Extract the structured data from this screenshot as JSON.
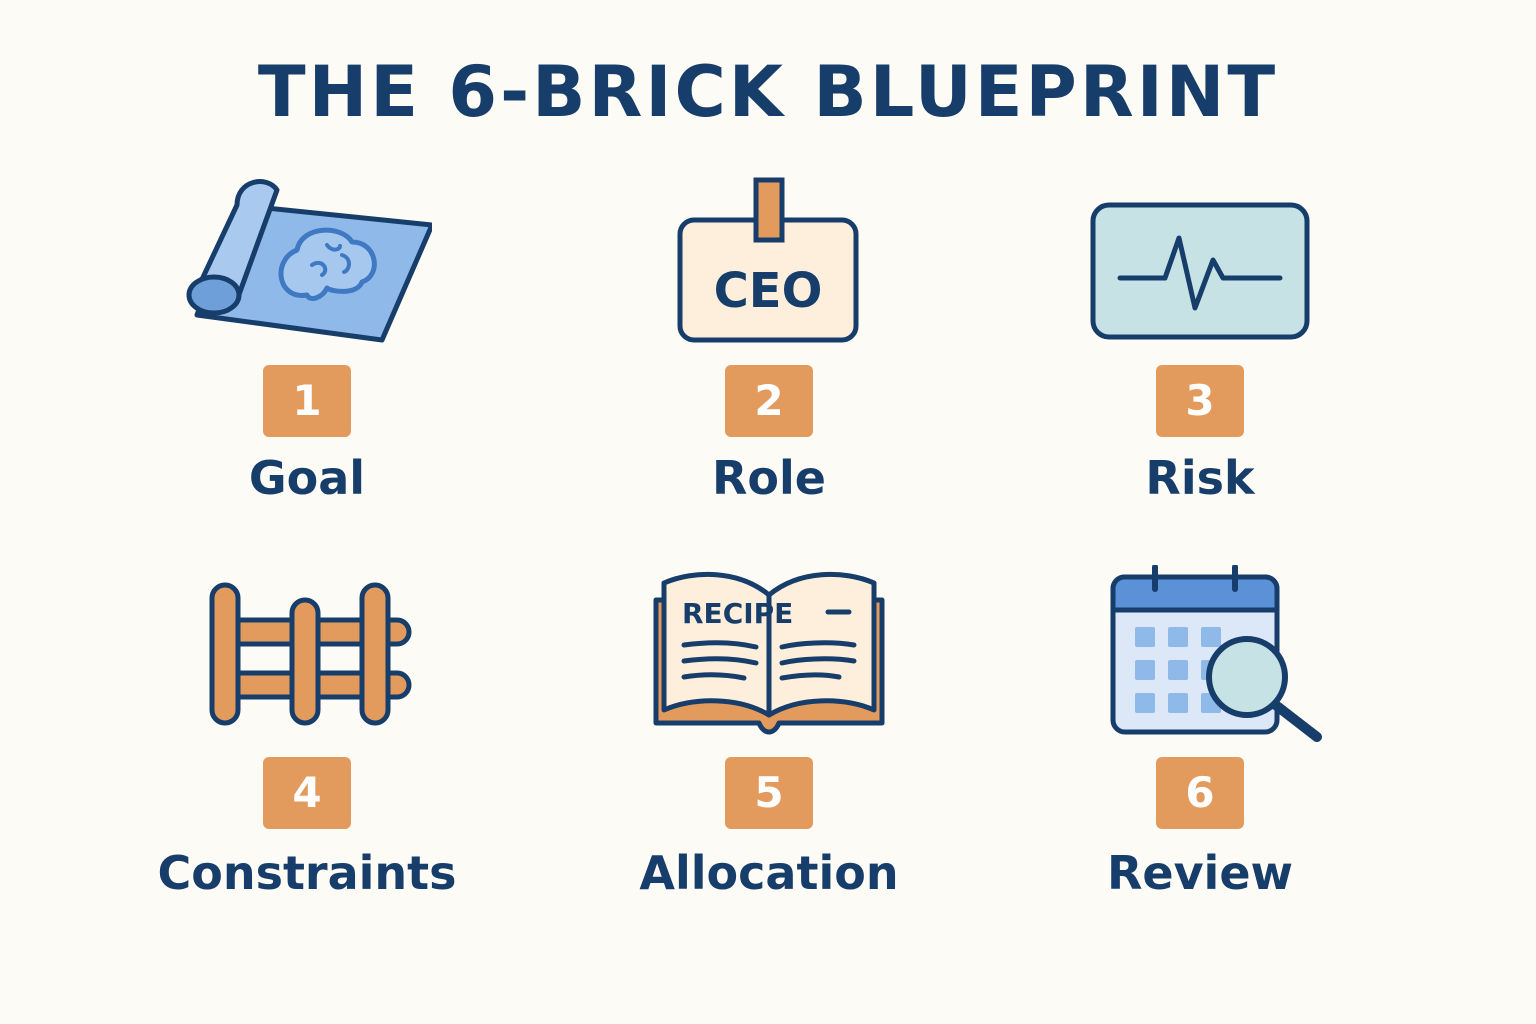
{
  "title": "THE 6-BRICK BLUEPRINT",
  "bricks": [
    {
      "number": "1",
      "label": "Goal",
      "icon": "blueprint-brain-icon"
    },
    {
      "number": "2",
      "label": "Role",
      "icon": "ceo-badge-icon",
      "icon_text": "CEO"
    },
    {
      "number": "3",
      "label": "Risk",
      "icon": "heartbeat-monitor-icon"
    },
    {
      "number": "4",
      "label": "Constraints",
      "icon": "fence-icon"
    },
    {
      "number": "5",
      "label": "Allocation",
      "icon": "recipe-book-icon",
      "icon_text": "RECIPE"
    },
    {
      "number": "6",
      "label": "Review",
      "icon": "calendar-magnifier-icon"
    }
  ],
  "colors": {
    "navy": "#173d6b",
    "orange": "#e39a5d",
    "background": "#fdfbf5",
    "light_blue": "#8fb9e8",
    "mint": "#c6e2e4",
    "cream": "#fdefdc"
  }
}
